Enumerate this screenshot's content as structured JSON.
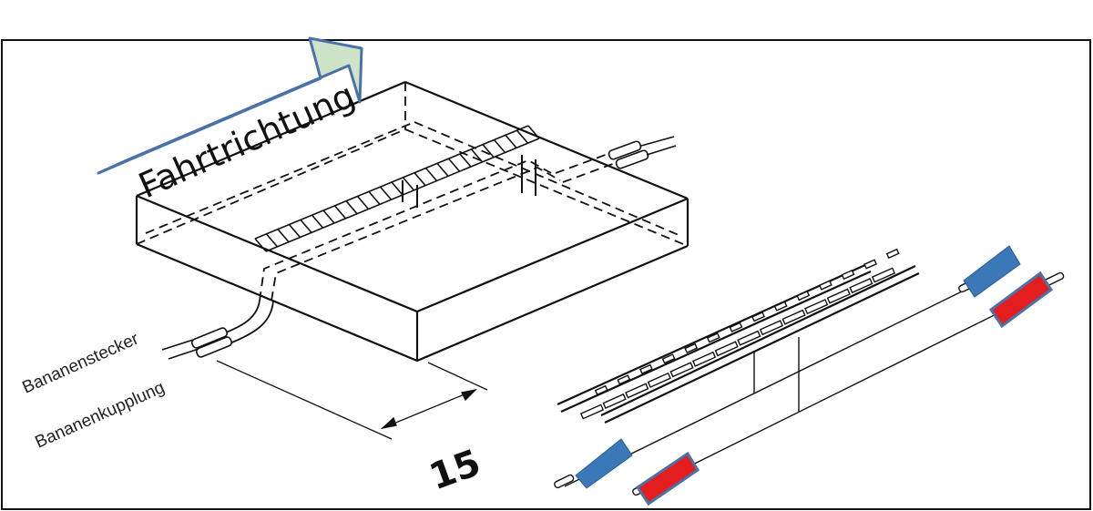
{
  "labels": {
    "direction_arrow": "Fahrtrichtung",
    "banana_plug": "Bananenstecker",
    "banana_coupling": "Bananenkupplung",
    "dimension_value": "15"
  },
  "colors": {
    "arrow_fill": "#cfe3c8",
    "arrow_stroke": "#4a72a8",
    "plug_blue": "#3a78b8",
    "plug_red": "#e41e1e",
    "line": "#111111"
  }
}
